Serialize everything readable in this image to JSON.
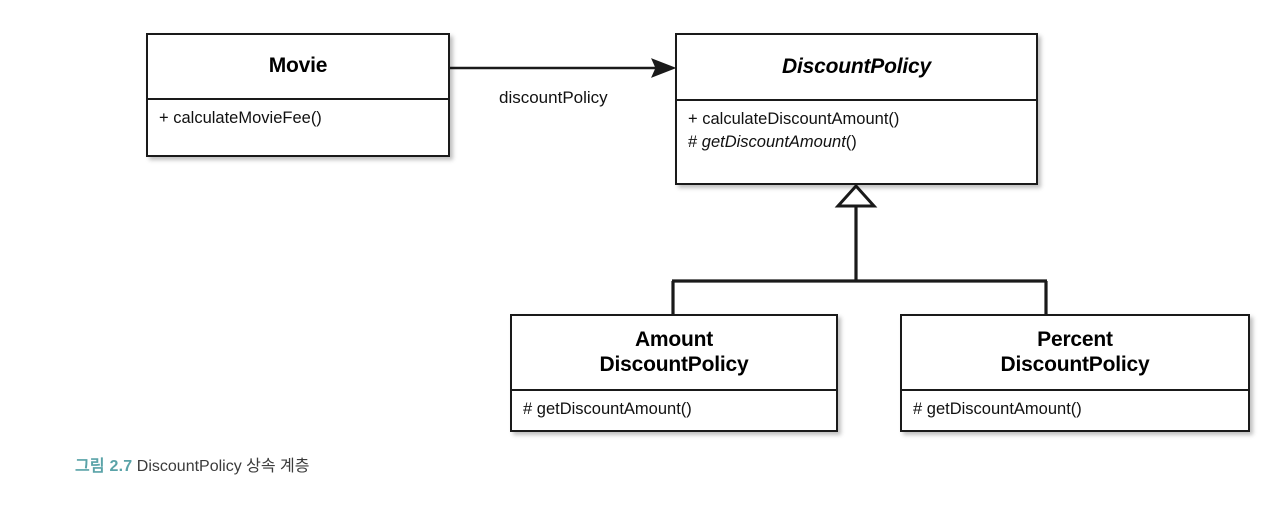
{
  "diagram": {
    "type": "uml-class-diagram",
    "classes": [
      {
        "id": "movie",
        "name": "Movie",
        "abstract": false,
        "members": [
          {
            "visibility": "+",
            "name": "calculateMovieFee",
            "suffix": "()",
            "abstract": false
          }
        ]
      },
      {
        "id": "discountPolicy",
        "name": "DiscountPolicy",
        "abstract": true,
        "members": [
          {
            "visibility": "+",
            "name": "calculateDiscountAmount",
            "suffix": "()",
            "abstract": false
          },
          {
            "visibility": "#",
            "name": "getDiscountAmount",
            "suffix": "()",
            "abstract": true
          }
        ]
      },
      {
        "id": "amountDiscountPolicy",
        "name_line1": "Amount",
        "name_line2": "DiscountPolicy",
        "abstract": false,
        "members": [
          {
            "visibility": "#",
            "name": "getDiscountAmount",
            "suffix": "()",
            "abstract": false
          }
        ]
      },
      {
        "id": "percentDiscountPolicy",
        "name_line1": "Percent",
        "name_line2": "DiscountPolicy",
        "abstract": false,
        "members": [
          {
            "visibility": "#",
            "name": "getDiscountAmount",
            "suffix": "()",
            "abstract": false
          }
        ]
      }
    ],
    "relations": [
      {
        "id": "movie-to-discountpolicy",
        "kind": "association",
        "from": "movie",
        "to": "discountPolicy",
        "label": "discountPolicy",
        "arrowhead": "open-filled"
      },
      {
        "id": "amount-generalization",
        "kind": "generalization",
        "from": "amountDiscountPolicy",
        "to": "discountPolicy",
        "arrowhead": "hollow-triangle"
      },
      {
        "id": "percent-generalization",
        "kind": "generalization",
        "from": "percentDiscountPolicy",
        "to": "discountPolicy",
        "arrowhead": "hollow-triangle"
      }
    ],
    "colors": {
      "line": "#1a1a1a",
      "box_fill": "#ffffff",
      "text": "#111111",
      "caption_accent": "#5aa3a8",
      "caption_text": "#3b3b3b"
    }
  },
  "caption": {
    "number": "그림 2.7",
    "text": "DiscountPolicy 상속 계층"
  }
}
